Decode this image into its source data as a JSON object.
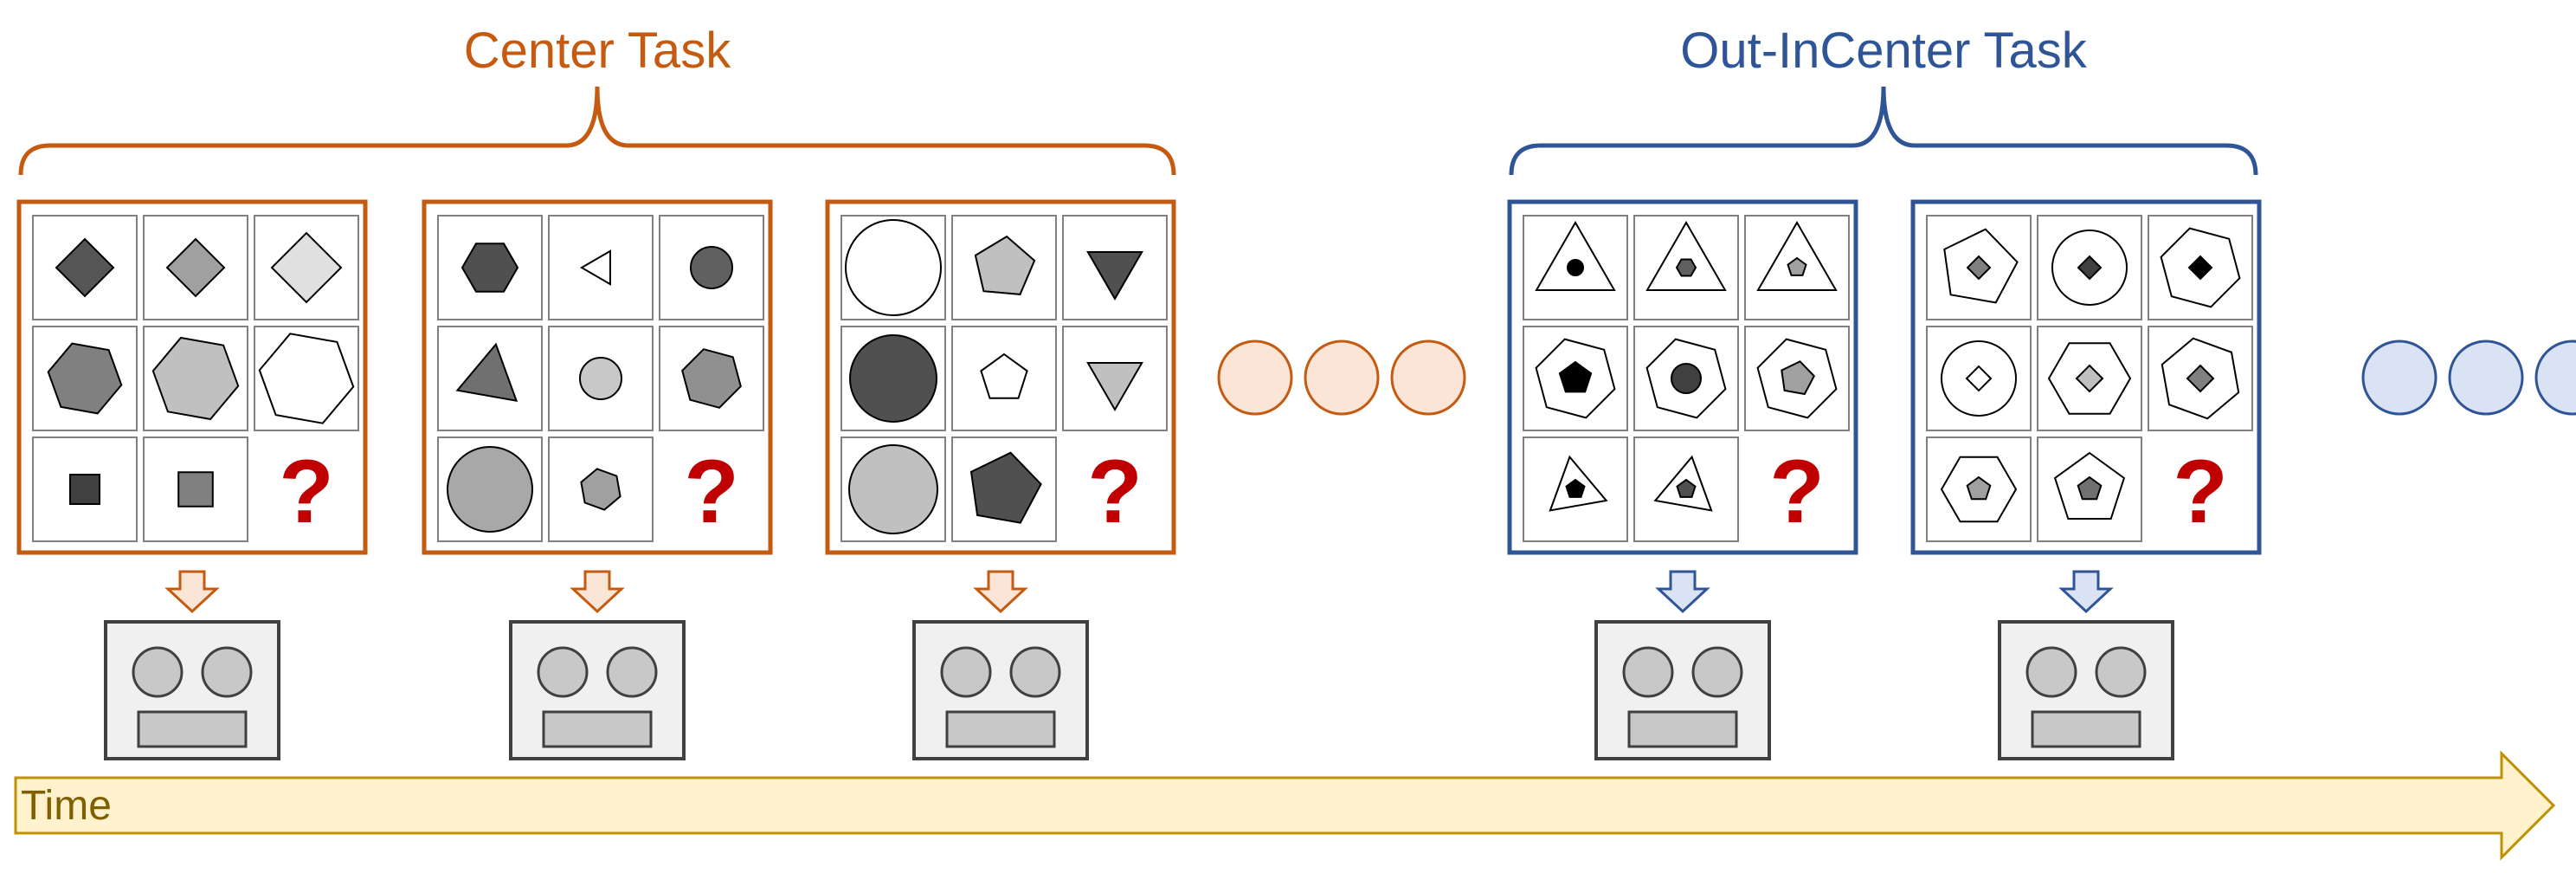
{
  "colors": {
    "center": "#C55A11",
    "outin": "#2F5597",
    "center_dot": "#FBE5D6",
    "outin_dot": "#DAE3F3",
    "question": "#C00000",
    "time_fill": "#FFF2CC",
    "time_stroke": "#BF9000",
    "time_text": "#7F6000"
  },
  "groups": [
    {
      "title": "Center Task",
      "panel_count": 3
    },
    {
      "title": "Out-InCenter Task",
      "panel_count": 2
    }
  ],
  "question_mark": "?",
  "timeline": {
    "label": "Time"
  },
  "icons": [
    "robot-icon",
    "down-arrow-icon",
    "ellipsis-dots-icon"
  ]
}
